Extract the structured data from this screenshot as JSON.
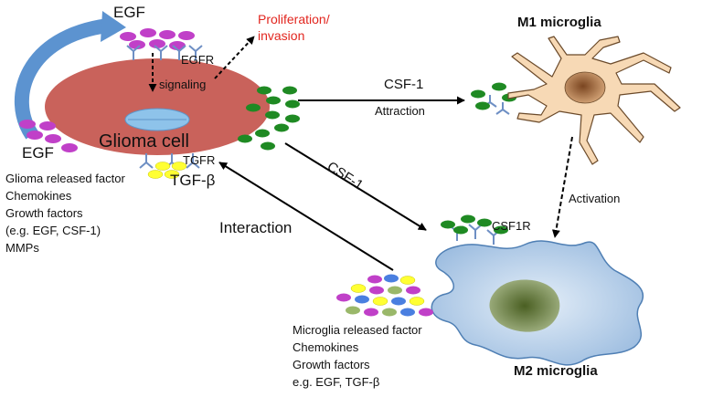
{
  "labels": {
    "egf_top": "EGF",
    "egfr": "EGFR",
    "signaling": "signaling",
    "proliferation_line1": "Proliferation/",
    "proliferation_line2": "invasion",
    "m1": "M1 microglia",
    "m2": "M2 microglia",
    "glioma": "Glioma cell",
    "egf_left": "EGF",
    "tgfr": "TGFR",
    "tgfb": "TGF-β",
    "csf1_top": "CSF-1",
    "attraction": "Attraction",
    "csf1_diag": "CSF-1",
    "activation": "Activation",
    "interaction": "Interaction",
    "csf1r": "CSF1R"
  },
  "glioma_factors": [
    "Glioma released factor",
    "Chemokines",
    "Growth factors",
    "(e.g. EGF, CSF-1)",
    "MMPs"
  ],
  "microglia_factors": [
    "Microglia released factor",
    "Chemokines",
    "Growth factors",
    "e.g. EGF, TGF-β"
  ],
  "colors": {
    "glioma_cell": "#c9625b",
    "nucleus": "#8ec3ea",
    "egf_particle": "#c040c8",
    "csf1_particle": "#1f8a23",
    "tgf_particle": "#ffff33",
    "receptor": "#6e8fc4",
    "m1_cell": "#f7d9b5",
    "m1_nucleus": "#9a5e36",
    "m2_cell": "#b7d0ea",
    "m2_nucleus": "#647a3a",
    "loop_arrow": "#5c93d0",
    "proliferation_text": "#e2261f"
  }
}
